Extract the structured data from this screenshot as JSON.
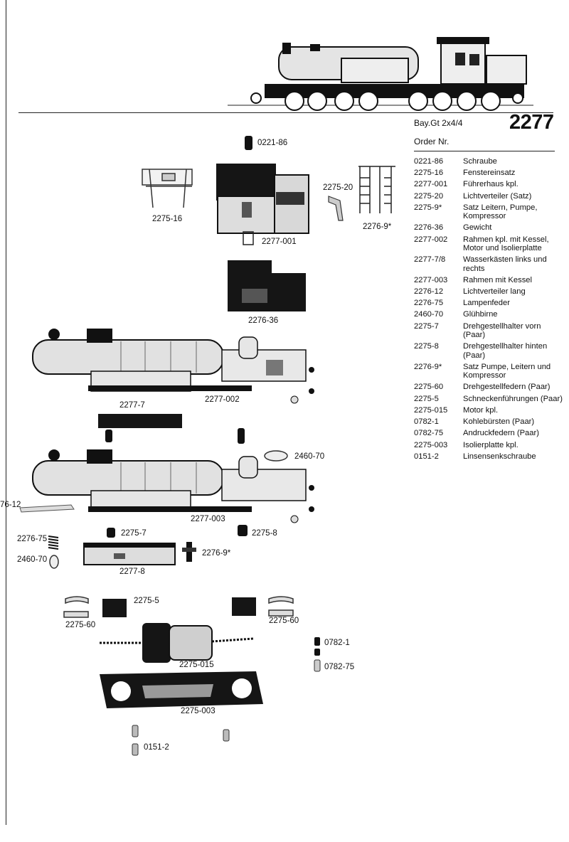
{
  "header": {
    "model_sub": "Bay.Gt 2x4/4",
    "model_number": "2277"
  },
  "order_list": {
    "title": "Order Nr.",
    "items": [
      {
        "num": "0221-86",
        "desc": "Schraube"
      },
      {
        "num": "2275-16",
        "desc": "Fenstereinsatz"
      },
      {
        "num": "2277-001",
        "desc": "Führerhaus kpl."
      },
      {
        "num": "2275-20",
        "desc": "Lichtverteiler (Satz)"
      },
      {
        "num": "2275-9*",
        "desc": "Satz Leitern, Pumpe, Kompressor"
      },
      {
        "num": "2276-36",
        "desc": "Gewicht"
      },
      {
        "num": "2277-002",
        "desc": "Rahmen kpl. mit Kessel, Motor und Isolierplatte"
      },
      {
        "num": "2277-7/8",
        "desc": "Wasserkästen links und rechts"
      },
      {
        "num": "2277-003",
        "desc": "Rahmen mit Kessel"
      },
      {
        "num": "2276-12",
        "desc": "Lichtverteiler lang"
      },
      {
        "num": "2276-75",
        "desc": "Lampenfeder"
      },
      {
        "num": "2460-70",
        "desc": "Glühbirne"
      },
      {
        "num": "2275-7",
        "desc": "Drehgestellhalter vorn (Paar)"
      },
      {
        "num": "2275-8",
        "desc": "Drehgestellhalter hinten (Paar)"
      },
      {
        "num": "2276-9*",
        "desc": "Satz Pumpe, Leitern und Kompressor"
      },
      {
        "num": "2275-60",
        "desc": "Drehgestellfedern (Paar)"
      },
      {
        "num": "2275-5",
        "desc": "Schneckenführungen (Paar)"
      },
      {
        "num": "2275-015",
        "desc": "Motor kpl."
      },
      {
        "num": "0782-1",
        "desc": "Kohlebürsten (Paar)"
      },
      {
        "num": "0782-75",
        "desc": "Andruckfedern (Paar)"
      },
      {
        "num": "2275-003",
        "desc": "Isolierplatte kpl."
      },
      {
        "num": "0151-2",
        "desc": "Linsensenkschraube"
      }
    ]
  },
  "diagram_labels": {
    "l_0221_86": "0221-86",
    "l_2275_16": "2275-16",
    "l_2275_20": "2275-20",
    "l_2276_9_a": "2276-9*",
    "l_2277_001": "2277-001",
    "l_2276_36": "2276-36",
    "l_2277_7": "2277-7",
    "l_2277_002": "2277-002",
    "l_2460_70_a": "2460-70",
    "l_2277_003": "2277-003",
    "l_2276_12": "76-12",
    "l_2276_75": "2276-75",
    "l_2460_70_b": "2460-70",
    "l_2275_7": "2275-7",
    "l_2275_8": "2275-8",
    "l_2276_9_b": "2276-9*",
    "l_2277_8": "2277-8",
    "l_2275_5": "2275-5",
    "l_2275_60_a": "2275-60",
    "l_2275_60_b": "2275-60",
    "l_0782_1": "0782-1",
    "l_2275_015": "2275-015",
    "l_0782_75": "0782-75",
    "l_2275_003": "2275-003",
    "l_0151_2": "0151-2"
  }
}
